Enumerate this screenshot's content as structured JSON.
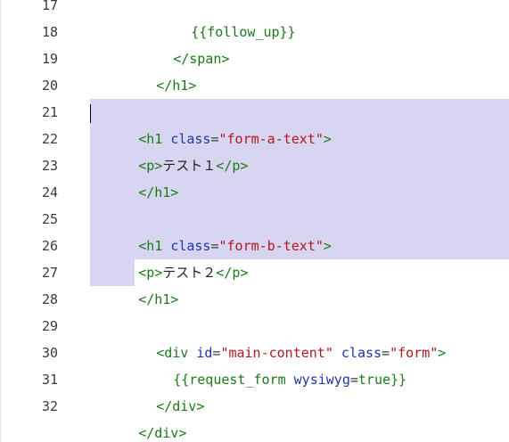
{
  "editor": {
    "lines": [
      {
        "n": "17",
        "code": {
          "text": "{{follow_up}}"
        }
      },
      {
        "n": "18",
        "code": {
          "text": "</span>"
        }
      },
      {
        "n": "19",
        "code": {
          "text": "</h1>"
        }
      },
      {
        "n": "20",
        "code": {
          "text": ""
        }
      },
      {
        "n": "21",
        "code": {
          "open": "<h1 ",
          "attr": "class",
          "eq": "=",
          "val": "\"form-a-text\"",
          "close": ">"
        }
      },
      {
        "n": "22",
        "code": {
          "open": "<p>",
          "text": "テスト１",
          "close": "</p>"
        }
      },
      {
        "n": "23",
        "code": {
          "text": "</h1>"
        }
      },
      {
        "n": "24",
        "code": {
          "text": ""
        }
      },
      {
        "n": "25",
        "code": {
          "open": "<h1 ",
          "attr": "class",
          "eq": "=",
          "val": "\"form-b-text\"",
          "close": ">"
        }
      },
      {
        "n": "26",
        "code": {
          "open": "<p>",
          "text": "テスト２",
          "close": "</p>"
        }
      },
      {
        "n": "27",
        "code": {
          "text": "</h1>"
        }
      },
      {
        "n": "28",
        "code": {
          "text": ""
        }
      },
      {
        "n": "29",
        "code": {
          "open": "<div ",
          "attr1": "id",
          "eq1": "=",
          "val1": "\"main-content\"",
          "attr2": "class",
          "eq2": "=",
          "val2": "\"form\"",
          "close": ">"
        }
      },
      {
        "n": "30",
        "code": {
          "open": "{{request_form ",
          "attr": "wysiwyg",
          "eq": "=",
          "val": "true",
          "close": "}}"
        }
      },
      {
        "n": "31",
        "code": {
          "text": "</div>"
        }
      },
      {
        "n": "32",
        "code": {
          "text": "</div>"
        }
      }
    ],
    "selection_color": "#d8d5f0"
  }
}
